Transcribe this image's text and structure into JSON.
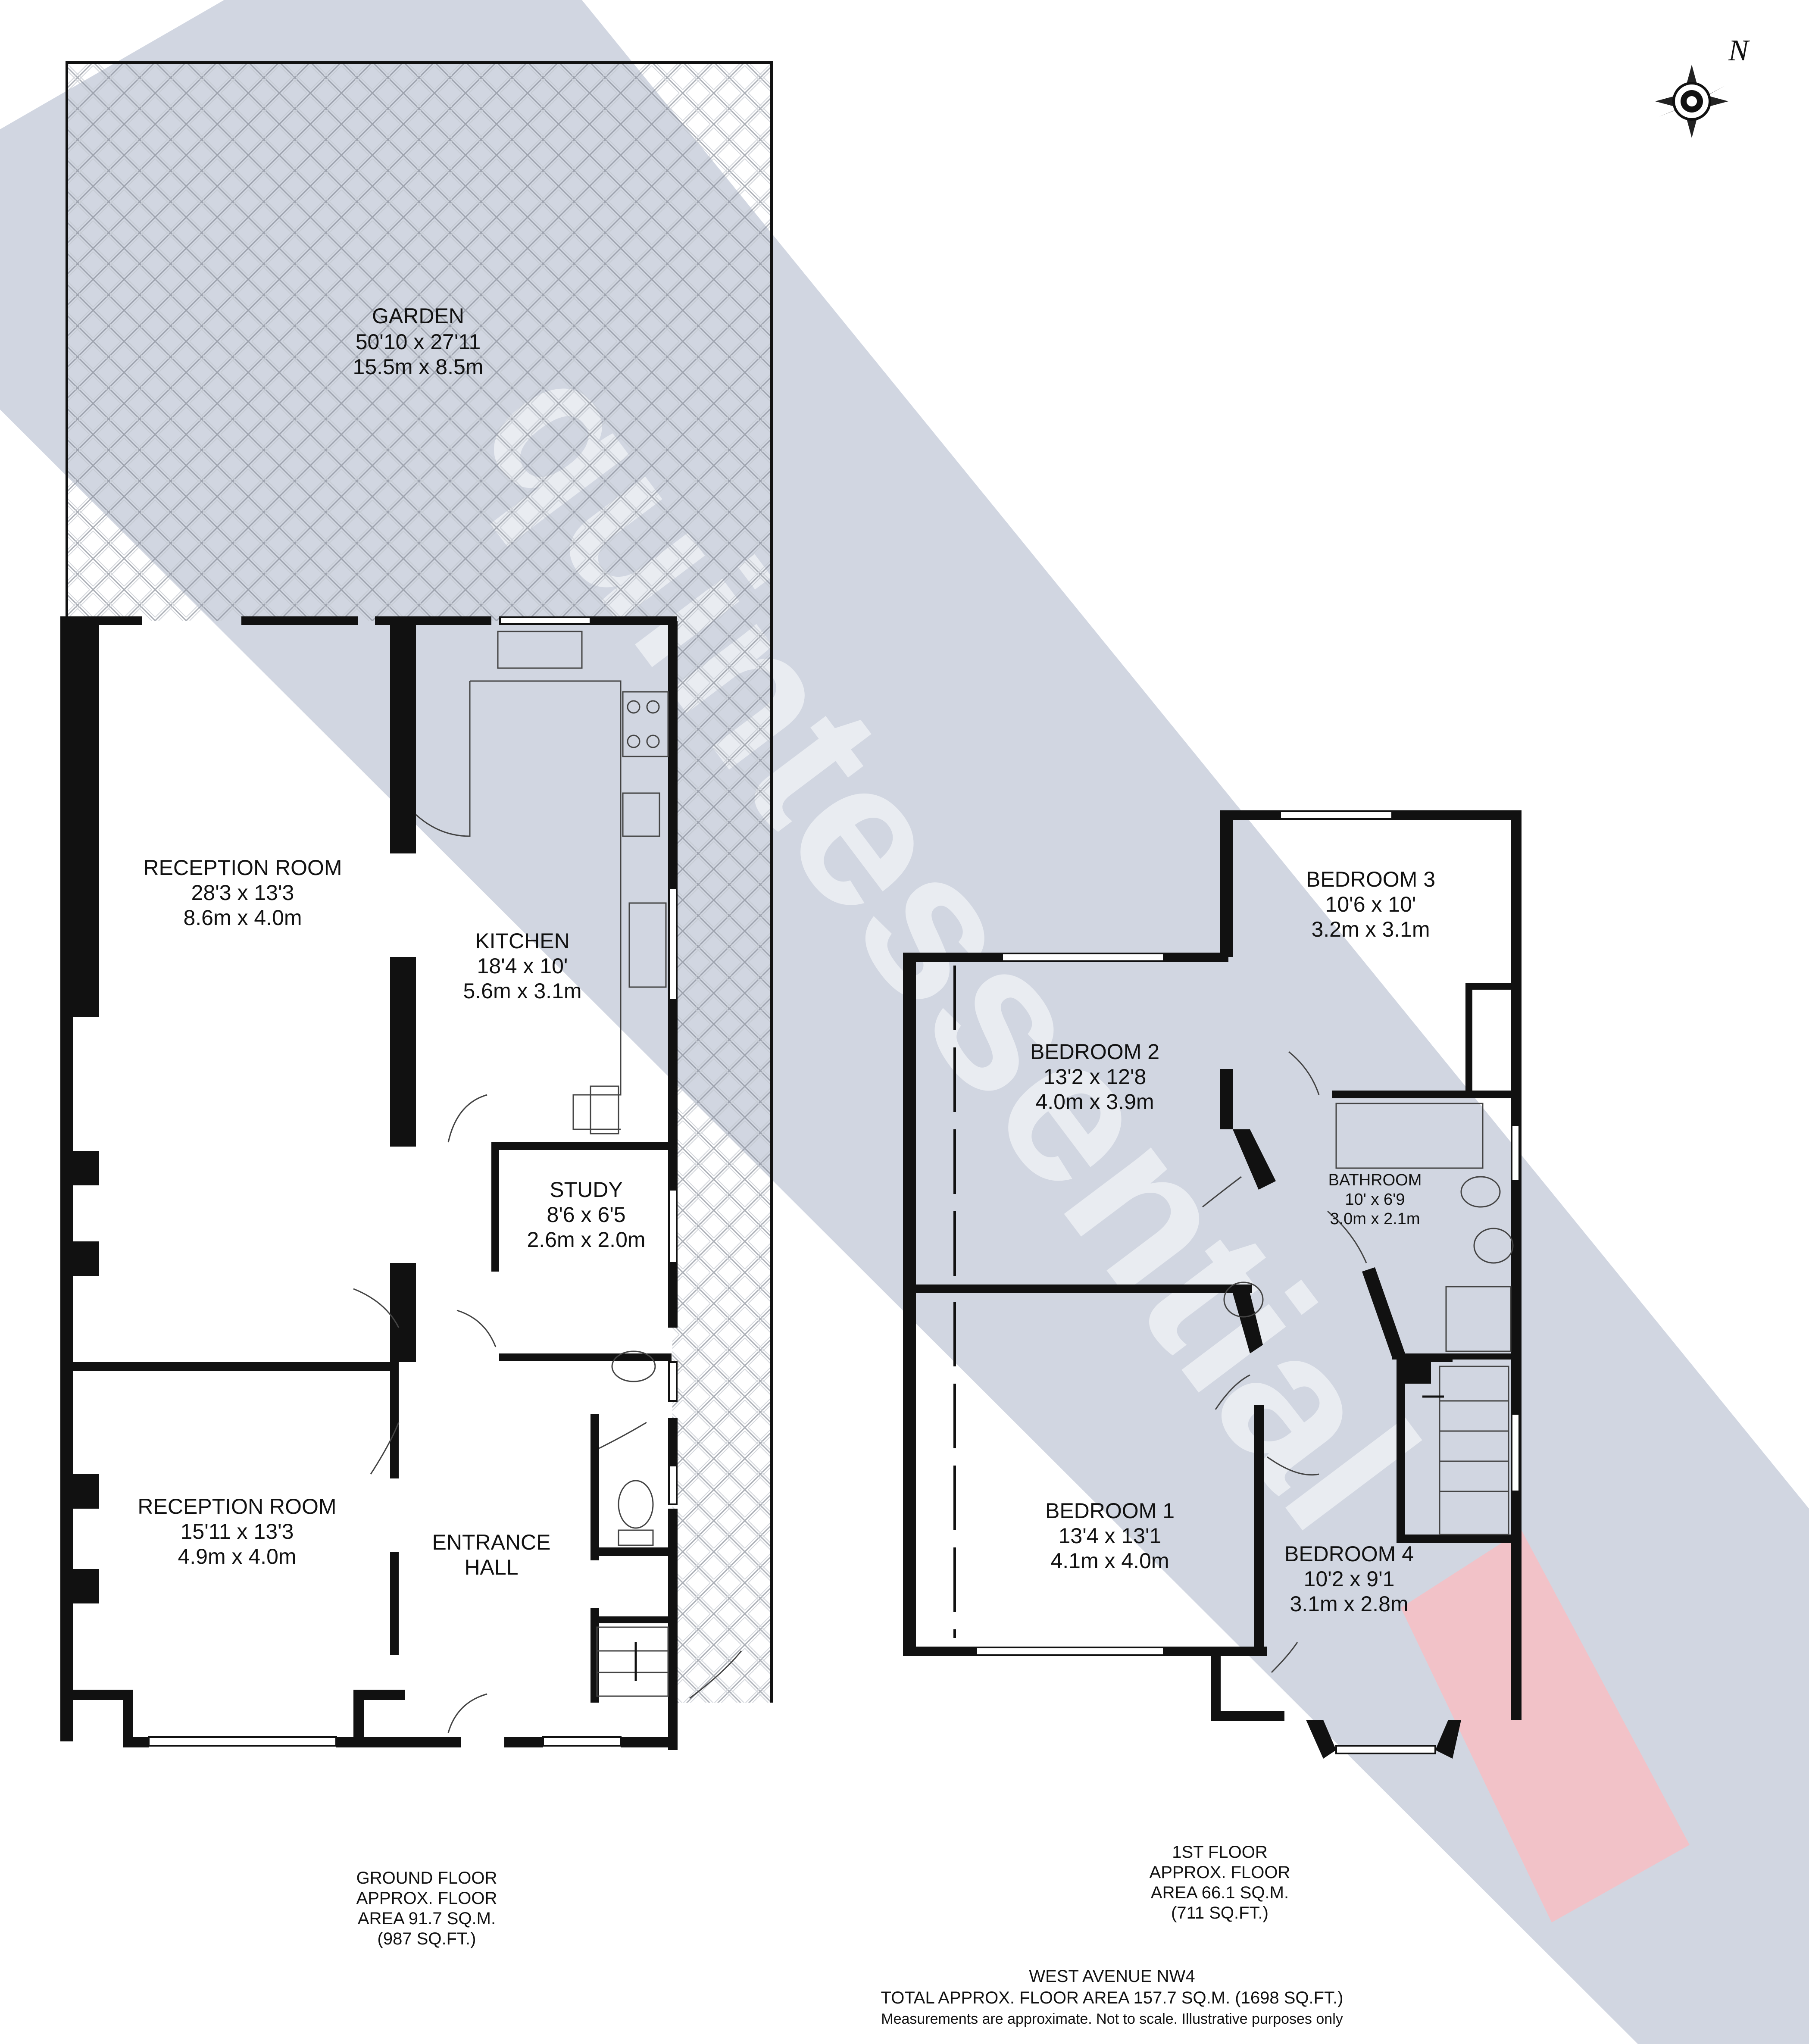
{
  "colors": {
    "wall": "#111111",
    "watermark_band": "#c9cfdc",
    "watermark_accent": "#f0b8bf",
    "garden_pattern": "#8a8f99"
  },
  "icons": {
    "compass": "north-compass-rose"
  },
  "compass": {
    "north_label": "N"
  },
  "ground_floor": {
    "rooms": [
      {
        "name": "GARDEN",
        "imperial": "50'10 x 27'11",
        "metric": "15.5m x 8.5m"
      },
      {
        "name": "RECEPTION ROOM",
        "imperial": "28'3 x 13'3",
        "metric": "8.6m x 4.0m"
      },
      {
        "name": "KITCHEN",
        "imperial": "18'4 x 10'",
        "metric": "5.6m x 3.1m"
      },
      {
        "name": "STUDY",
        "imperial": "8'6 x 6'5",
        "metric": "2.6m x 2.0m"
      },
      {
        "name": "RECEPTION ROOM",
        "imperial": "15'11 x 13'3",
        "metric": "4.9m x 4.0m"
      },
      {
        "name": "ENTRANCE",
        "imperial": "HALL",
        "metric": ""
      }
    ],
    "summary": [
      "GROUND FLOOR",
      "APPROX. FLOOR",
      "AREA 91.7 SQ.M.",
      "(987 SQ.FT.)"
    ]
  },
  "first_floor": {
    "rooms": [
      {
        "name": "BEDROOM 3",
        "imperial": "10'6 x 10'",
        "metric": "3.2m x 3.1m"
      },
      {
        "name": "BEDROOM 2",
        "imperial": "13'2 x 12'8",
        "metric": "4.0m x 3.9m"
      },
      {
        "name": "BATHROOM",
        "imperial": "10' x 6'9",
        "metric": "3.0m x 2.1m"
      },
      {
        "name": "BEDROOM 1",
        "imperial": "13'4 x 13'1",
        "metric": "4.1m x 4.0m"
      },
      {
        "name": "BEDROOM 4",
        "imperial": "10'2 x 9'1",
        "metric": "3.1m x 2.8m"
      }
    ],
    "summary": [
      "1ST FLOOR",
      "APPROX. FLOOR",
      "AREA 66.1 SQ.M.",
      "(711 SQ.FT.)"
    ]
  },
  "footer": {
    "address": "WEST AVENUE NW4",
    "total": "TOTAL APPROX. FLOOR AREA 157.7 SQ.M. (1698 SQ.FT.)",
    "disclaimer": "Measurements are approximate.  Not to scale.  Illustrative purposes only"
  }
}
